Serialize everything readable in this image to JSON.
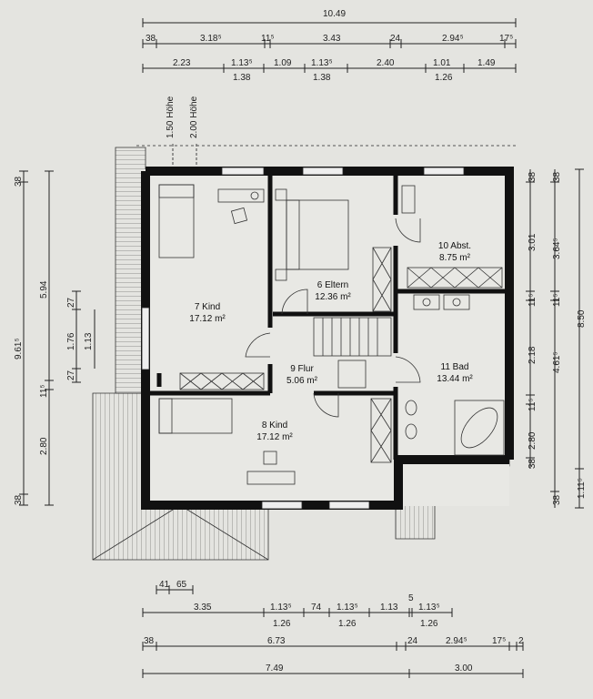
{
  "top_dims": {
    "total": "10.49",
    "row1": [
      "38",
      "3.18⁵",
      "11⁵",
      "3.43",
      "24",
      "2.94⁵",
      "17⁵"
    ],
    "row2": [
      "2.23",
      "1.13⁵",
      "1.09",
      "1.13⁵",
      "2.40",
      "1.01",
      "1.49"
    ],
    "row3": [
      "1.38",
      "1.38",
      "1.26"
    ]
  },
  "height_notes": [
    "1.50 Höhe",
    "2.00 Höhe"
  ],
  "left_dims": {
    "outer": [
      "38",
      "9.61⁵",
      "38"
    ],
    "middle": [
      "5.94",
      "11⁵",
      "2.80"
    ],
    "inner": [
      "27",
      "1.76",
      "27"
    ],
    "innermost": [
      "1.13"
    ]
  },
  "right_dims": {
    "inner": [
      "38",
      "3.01",
      "11⁵",
      "2.18",
      "11⁵",
      "2.80",
      "38"
    ],
    "middle": [
      "38",
      "3.64⁵",
      "11⁵",
      "4.61⁵",
      "38"
    ],
    "outer": [
      "8.50",
      "1.11⁵"
    ]
  },
  "rooms": {
    "kind7": {
      "name": "7 Kind",
      "area": "17.12 m²"
    },
    "eltern": {
      "name": "6 Eltern",
      "area": "12.36 m²"
    },
    "abst": {
      "name": "10 Abst.",
      "area": "8.75 m²"
    },
    "bad": {
      "name": "11 Bad",
      "area": "13.44 m²"
    },
    "flur": {
      "name": "9 Flur",
      "area": "5.06 m²"
    },
    "kind8": {
      "name": "8 Kind",
      "area": "17.12 m²"
    }
  },
  "bottom_dims": {
    "stair": [
      "41",
      "65"
    ],
    "row1": [
      "3.35",
      "1.13⁵",
      "74",
      "1.13⁵",
      "1.13",
      "5",
      "1.13⁵"
    ],
    "row2": [
      "1.26",
      "1.26",
      "1.26"
    ],
    "row3": [
      "38",
      "6.73",
      "24",
      "2.94⁵",
      "17⁵",
      "2"
    ],
    "row4": [
      "7.49",
      "3.00"
    ]
  }
}
